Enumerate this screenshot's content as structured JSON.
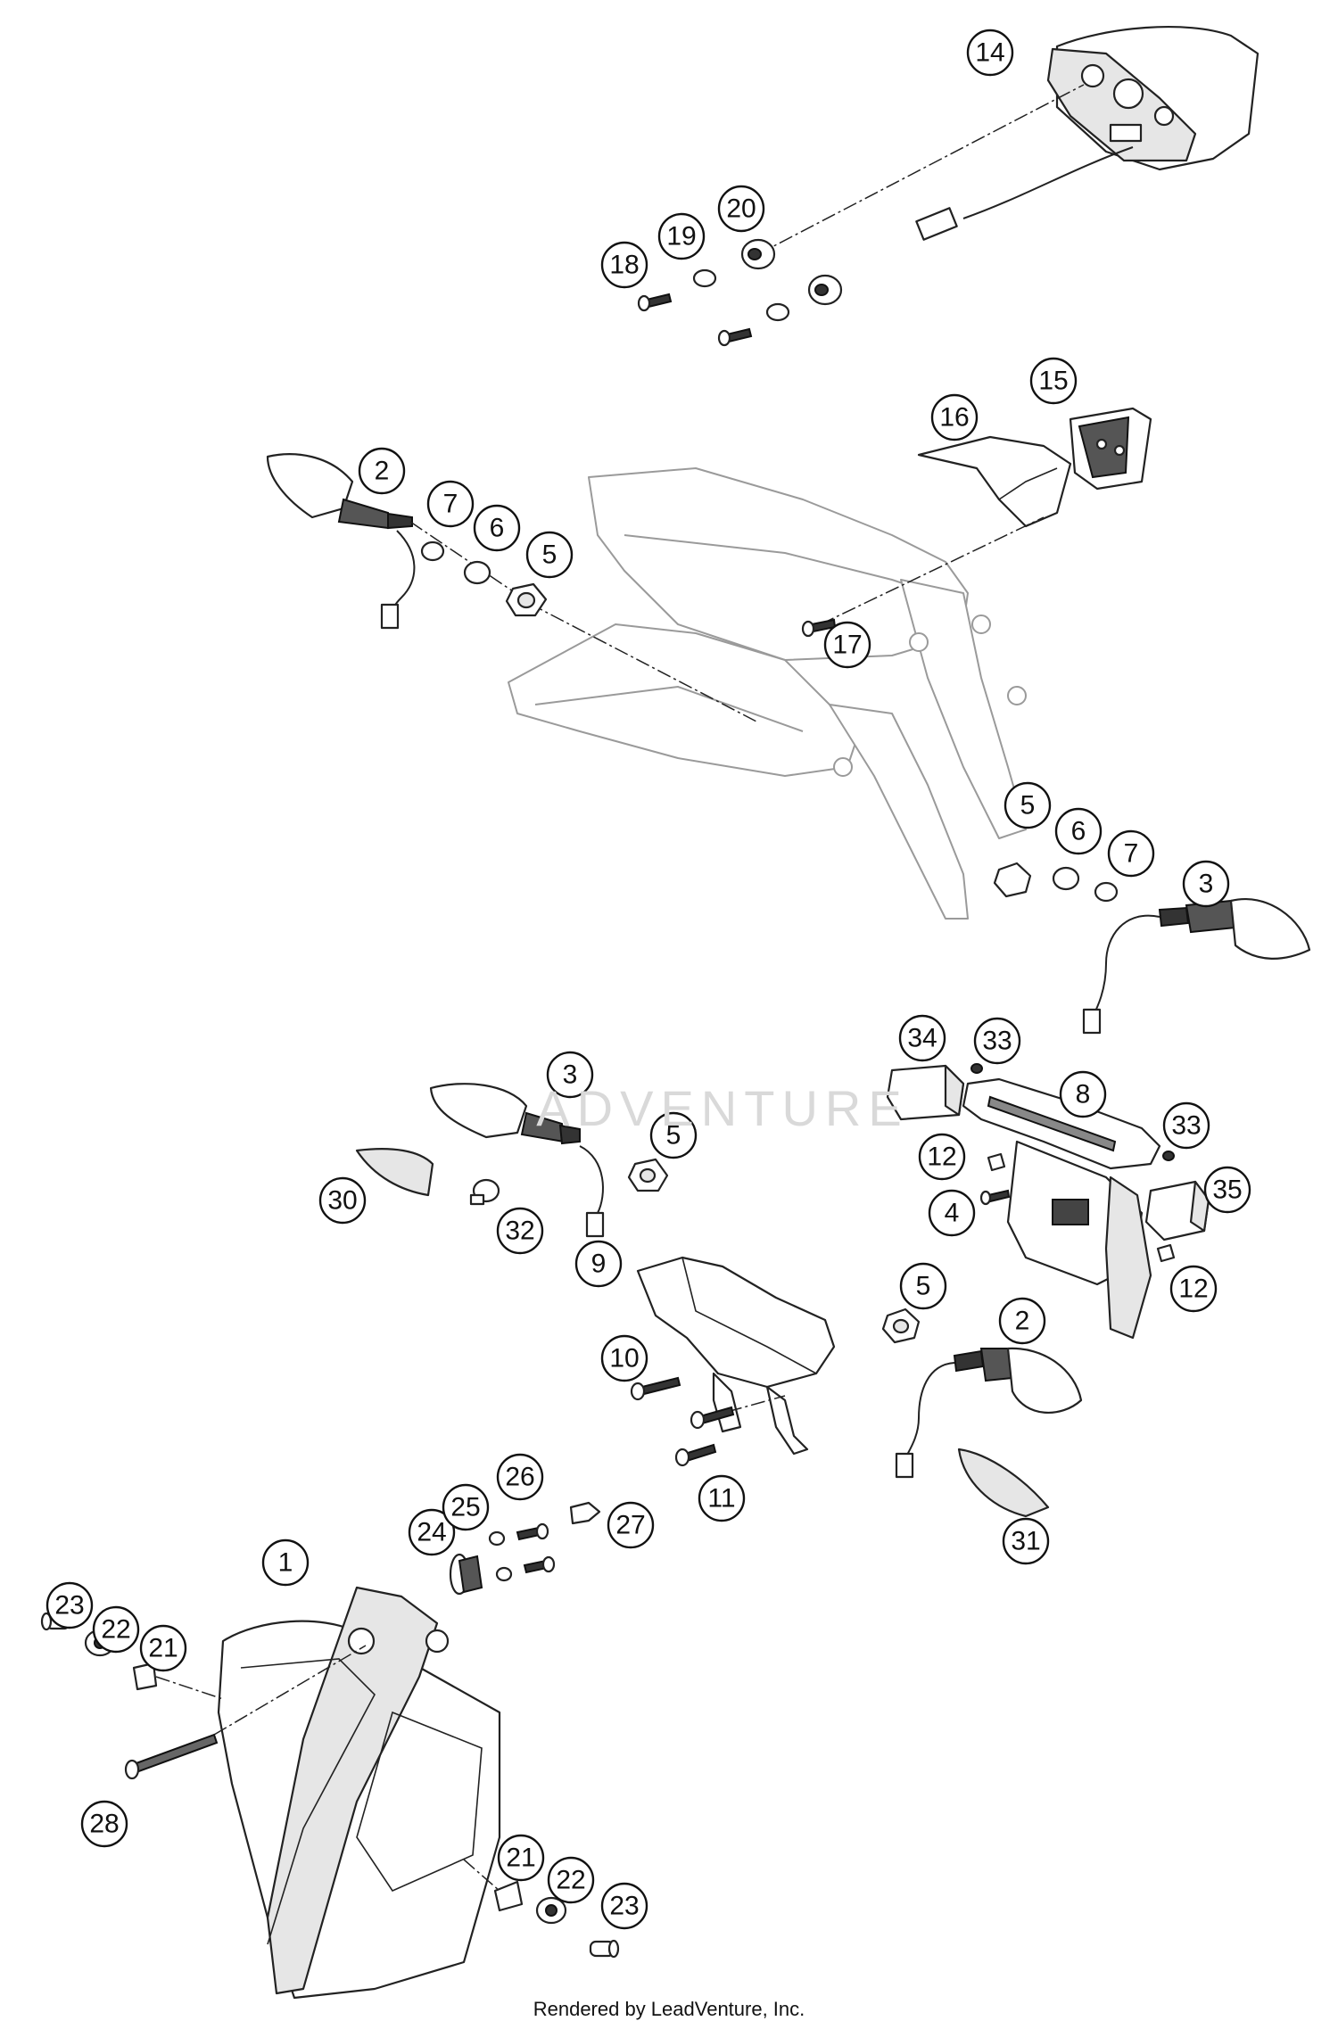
{
  "footer": {
    "text": "Rendered by LeadVenture, Inc."
  },
  "watermark": {
    "text": "ADVENTURE"
  },
  "callouts": [
    "1",
    "2",
    "2",
    "3",
    "3",
    "4",
    "5",
    "5",
    "5",
    "5",
    "6",
    "6",
    "7",
    "7",
    "8",
    "9",
    "10",
    "11",
    "12",
    "12",
    "14",
    "15",
    "16",
    "17",
    "18",
    "19",
    "20",
    "21",
    "21",
    "22",
    "22",
    "23",
    "23",
    "24",
    "25",
    "26",
    "27",
    "28",
    "30",
    "31",
    "32",
    "33",
    "33",
    "34",
    "35"
  ]
}
